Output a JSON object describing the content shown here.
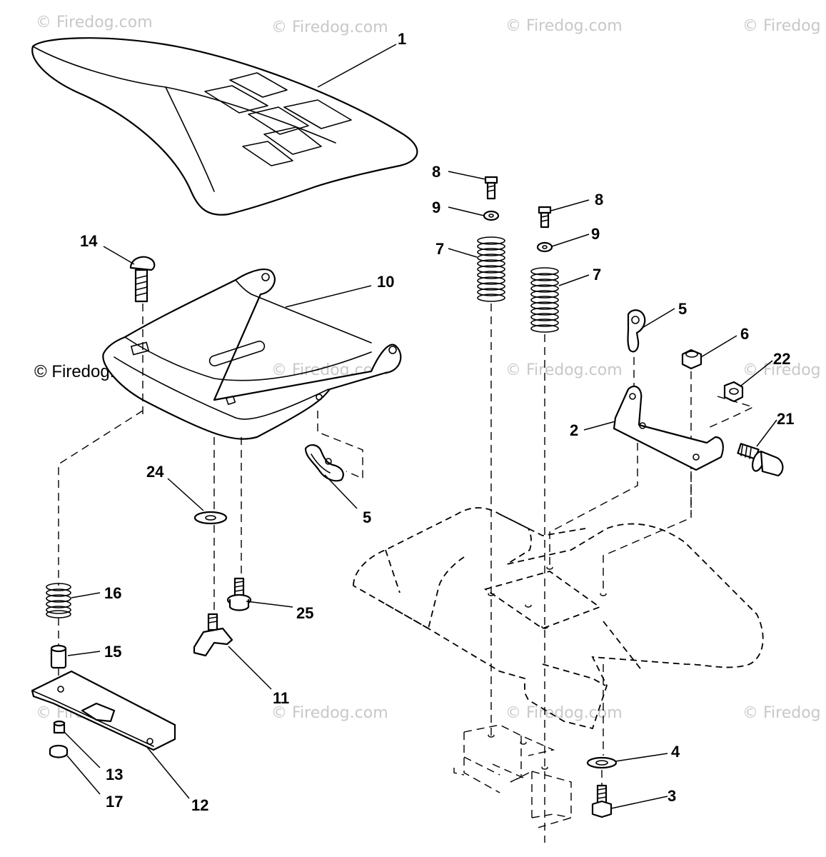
{
  "watermark": {
    "text": "© Firedog.com",
    "text_short": "© Firedog",
    "color": "#c8c8c8"
  },
  "callouts": {
    "c1": "1",
    "c2": "2",
    "c3": "3",
    "c4": "4",
    "c5": "5",
    "c6": "6",
    "c7": "7",
    "c8": "8",
    "c9": "9",
    "c10": "10",
    "c11": "11",
    "c12": "12",
    "c13": "13",
    "c14": "14",
    "c15": "15",
    "c16": "16",
    "c17": "17",
    "c21": "21",
    "c22": "22",
    "c24": "24",
    "c25": "25"
  }
}
